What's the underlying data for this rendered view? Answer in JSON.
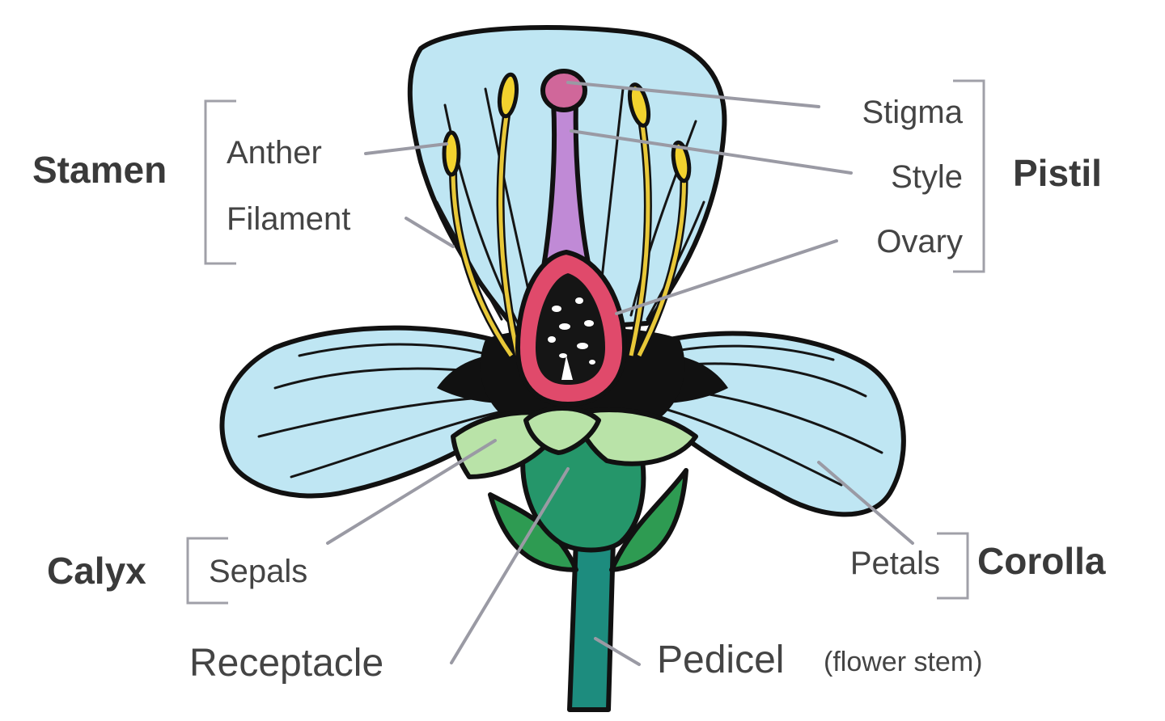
{
  "groups": {
    "stamen": "Stamen",
    "pistil": "Pistil",
    "calyx": "Calyx",
    "corolla": "Corolla"
  },
  "parts": {
    "anther": "Anther",
    "filament": "Filament",
    "stigma": "Stigma",
    "style": "Style",
    "ovary": "Ovary",
    "sepals": "Sepals",
    "petals": "Petals",
    "receptacle": "Receptacle",
    "pedicel": "Pedicel",
    "pedicel_note": "(flower stem)"
  },
  "colors": {
    "petal": "#bfe6f3",
    "sepal": "#b9e3a8",
    "receptacle": "#25966a",
    "stem": "#1d8c7e",
    "ovary_wall": "#e04a6b",
    "style": "#c08ad6",
    "stigma": "#d0679a",
    "anther": "#f2d22e",
    "filament": "#e8c838"
  }
}
